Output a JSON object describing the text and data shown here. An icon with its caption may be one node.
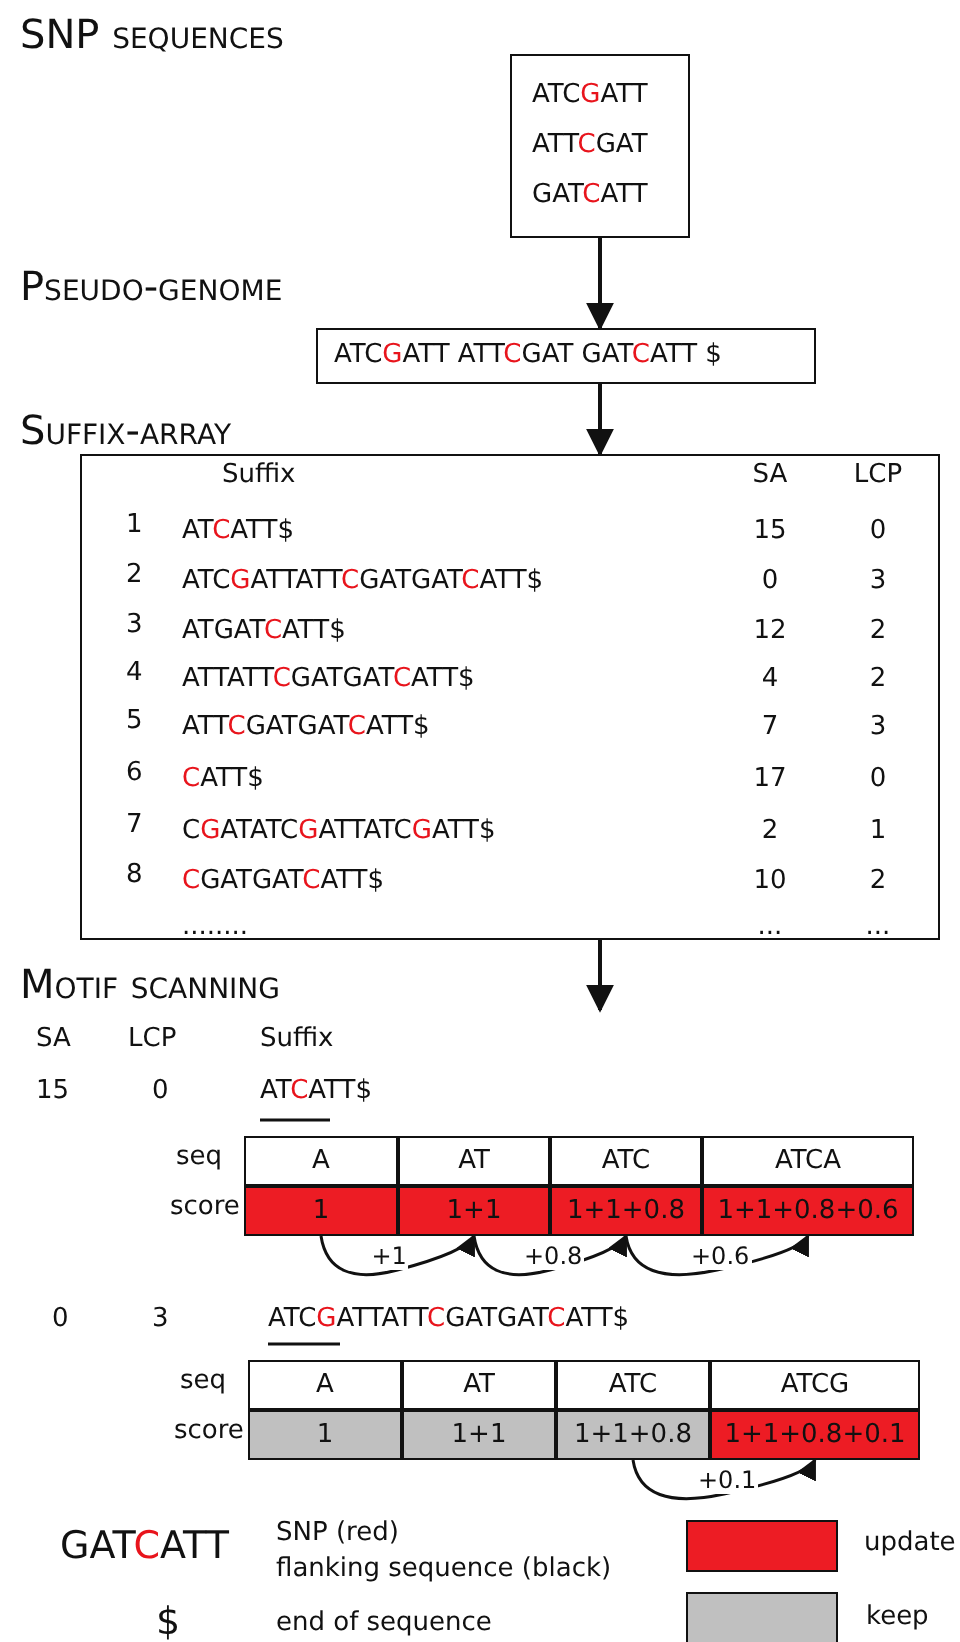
{
  "diagram": {
    "nodes": [
      {
        "text": [
          "ATC**G**ATT",
          "ATT**C**GAT",
          "GAT**C**ATT"
        ]
      },
      {
        "text": [
          "ATC**G**ATT ATT**C**GAT GAT**C**ATT $"
        ]
      },
      {
        "text": [
          "Suffix",
          "SA",
          "LCP",
          "1",
          "AT**C**ATT$",
          "15",
          "0",
          "2",
          "ATC**G**ATTATT**C**GATGAT**C**ATT$",
          "0",
          "3",
          "3",
          "ATGAT**C**ATT$",
          "12",
          "2",
          "4",
          "ATTATT**C**GATGAT**C**ATT$",
          "4",
          "2",
          "5",
          "ATT**C**GATGAT**C**ATT$",
          "7",
          "3",
          "6",
          "**C**ATT$",
          "17",
          "0",
          "7",
          "C**G**ATATC**G**ATTATC**G**ATT$",
          "2",
          "1",
          "8",
          "**C**GATGAT**C**ATT$",
          "10",
          "2",
          "........",
          "...",
          "..."
        ]
      },
      {
        "text": [
          "A"
        ]
      },
      {
        "text": [
          "AT"
        ]
      },
      {
        "text": [
          "ATC"
        ]
      },
      {
        "text": [
          "ATCA"
        ]
      },
      {
        "text": [
          "1"
        ]
      },
      {
        "text": [
          "1+1"
        ]
      },
      {
        "text": [
          "1+1+0.8"
        ]
      },
      {
        "text": [
          "1+1+0.8+0.6"
        ]
      },
      {
        "text": [
          "A"
        ]
      },
      {
        "text": [
          "AT"
        ]
      },
      {
        "text": [
          "ATC"
        ]
      },
      {
        "text": [
          "ATCG"
        ]
      },
      {
        "text": [
          "1"
        ]
      },
      {
        "text": [
          "1+1"
        ]
      },
      {
        "text": [
          "1+1+0.8"
        ]
      },
      {
        "text": [
          "1+1+0.8+0.1"
        ]
      }
    ],
    "edges": [
      {
        "from": 0,
        "to": 1,
        "arrow": "to"
      },
      {
        "from": 1,
        "to": 2,
        "arrow": "to"
      },
      {
        "from": 2,
        "to": null,
        "arrow": "to"
      },
      {
        "from": 7,
        "to": 8,
        "arrow": "to",
        "label": "+1"
      },
      {
        "from": 8,
        "to": 9,
        "arrow": "to",
        "label": "+0.8"
      },
      {
        "from": 9,
        "to": 10,
        "arrow": "to",
        "label": "+0.6"
      },
      {
        "from": 17,
        "to": 18,
        "arrow": "to",
        "label": "+0.1"
      }
    ],
    "labels": [
      "SNP sequences",
      "Pseudo-genome",
      "Suffix-array",
      "Motif scanning",
      "SA",
      "LCP",
      "Suffix",
      "15",
      "0",
      "AT**C**ATT$",
      "seq",
      "score",
      "0",
      "3",
      "ATC**G**ATTATT**C**GATGAT**C**ATT$",
      "seq",
      "score",
      "GAT**C**ATT",
      "SNP (red)",
      "flanking sequence (black)",
      "$",
      "end of sequence"
    ],
    "legend": [
      {
        "text": "update",
        "color": "#ed1c24"
      },
      {
        "text": "keep",
        "color": "#c0c0c0"
      }
    ]
  }
}
